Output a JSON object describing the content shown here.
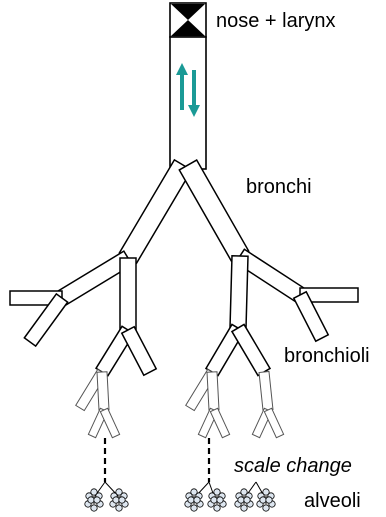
{
  "labels": {
    "nose_larynx": "nose + larynx",
    "bronchi": "bronchi",
    "bronchioli": "bronchioli",
    "scale_change": "scale change",
    "alveoli": "alveoli"
  },
  "colors": {
    "arrow": "#1a9a96",
    "outline": "#000000",
    "alveolus_fill": "#dde6f0"
  },
  "icons": {
    "airflow": "up-down-arrows-icon",
    "nose_larynx": "bowtie-icon"
  }
}
